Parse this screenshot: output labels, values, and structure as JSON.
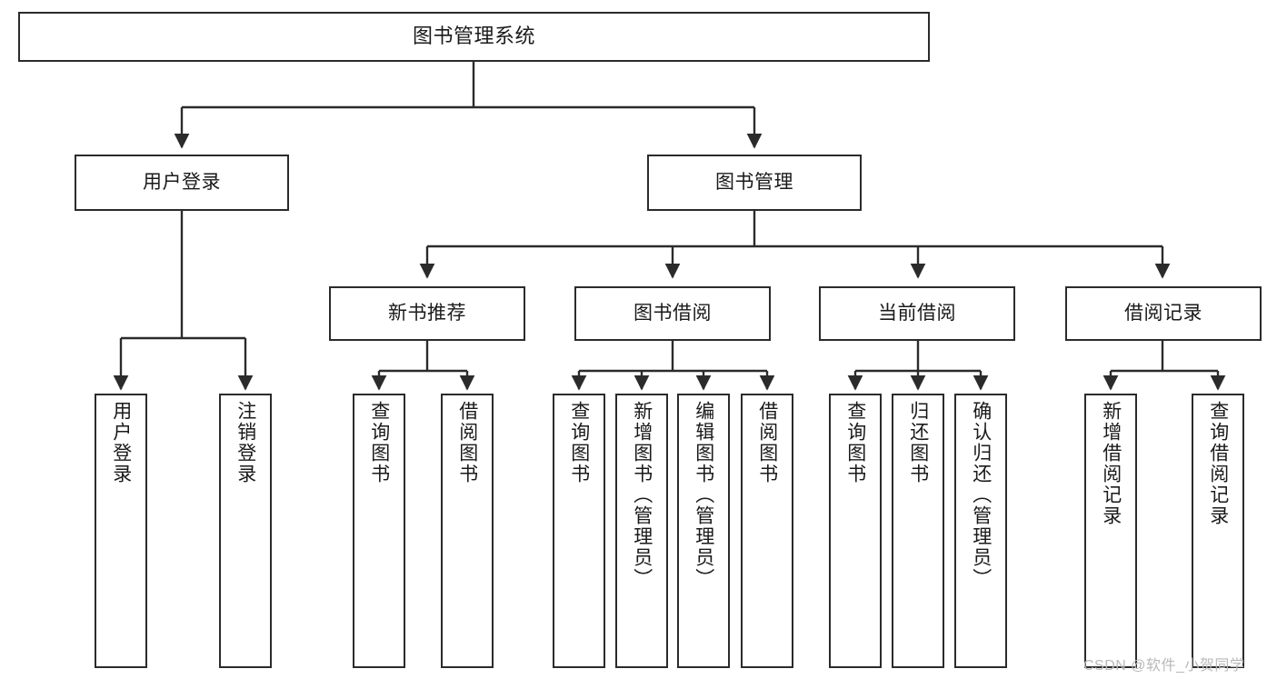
{
  "diagram": {
    "title": "图书管理系统",
    "type": "tree-hierarchy-chart",
    "orientation": "top-down",
    "colors": {
      "node_border": "#2b2b2b",
      "node_fill": "#ffffff",
      "edge": "#2b2b2b",
      "text": "#1a1a1a",
      "background": "#ffffff",
      "watermark": "#b9b9b9"
    }
  },
  "root": {
    "label": "图书管理系统"
  },
  "level2": [
    {
      "label": "用户登录"
    },
    {
      "label": "图书管理"
    }
  ],
  "level3": [
    {
      "label": "新书推荐"
    },
    {
      "label": "图书借阅"
    },
    {
      "label": "当前借阅"
    },
    {
      "label": "借阅记录"
    }
  ],
  "leaves": {
    "user_login": [
      {
        "label": "用户登录"
      },
      {
        "label": "注销登录"
      }
    ],
    "new_book_recommend": [
      {
        "label": "查询图书"
      },
      {
        "label": "借阅图书"
      }
    ],
    "book_borrow": [
      {
        "label": "查询图书"
      },
      {
        "label": "新增图书（管理员）"
      },
      {
        "label": "编辑图书（管理员）"
      },
      {
        "label": "借阅图书"
      }
    ],
    "current_borrow": [
      {
        "label": "查询图书"
      },
      {
        "label": "归还图书"
      },
      {
        "label": "确认归还（管理员）"
      }
    ],
    "borrow_record": [
      {
        "label": "新增借阅记录"
      },
      {
        "label": "查询借阅记录"
      }
    ]
  },
  "watermark": {
    "text": "CSDN @软件_小贺同学"
  }
}
